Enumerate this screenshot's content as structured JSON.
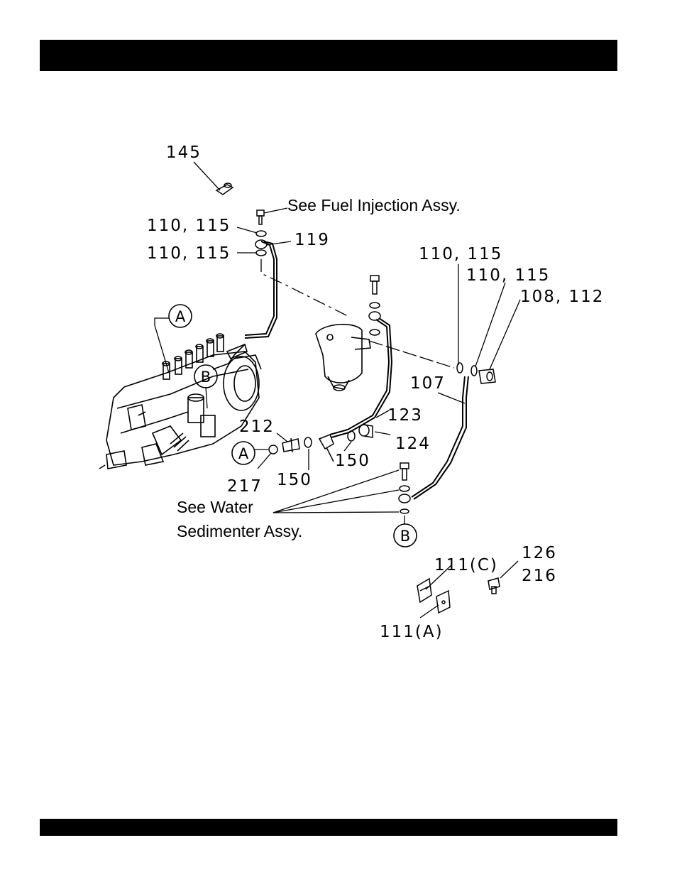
{
  "header_bar": {
    "color": "#000000"
  },
  "footer_bar": {
    "color": "#000000"
  },
  "labels": {
    "p145": "145",
    "p110_115_a": "110, 115",
    "p110_115_b": "110, 115",
    "p119": "119",
    "p110_115_c": "110, 115",
    "p110_115_d": "110, 115",
    "p108_112": "108, 112",
    "p107": "107",
    "p123": "123",
    "p124": "124",
    "p212": "212",
    "p150_a": "150",
    "p150_b": "150",
    "p217": "217",
    "p126": "126",
    "p216": "216",
    "p111c": "111(C)",
    "p111a": "111(A)"
  },
  "callouts": {
    "circle_a_top": "A",
    "circle_b_top": "B",
    "circle_a_left": "A",
    "circle_b_bottom": "B"
  },
  "notes": {
    "fuel_injection": "See Fuel Injection Assy.",
    "water_line1": "See Water",
    "water_line2": "Sedimenter Assy."
  }
}
